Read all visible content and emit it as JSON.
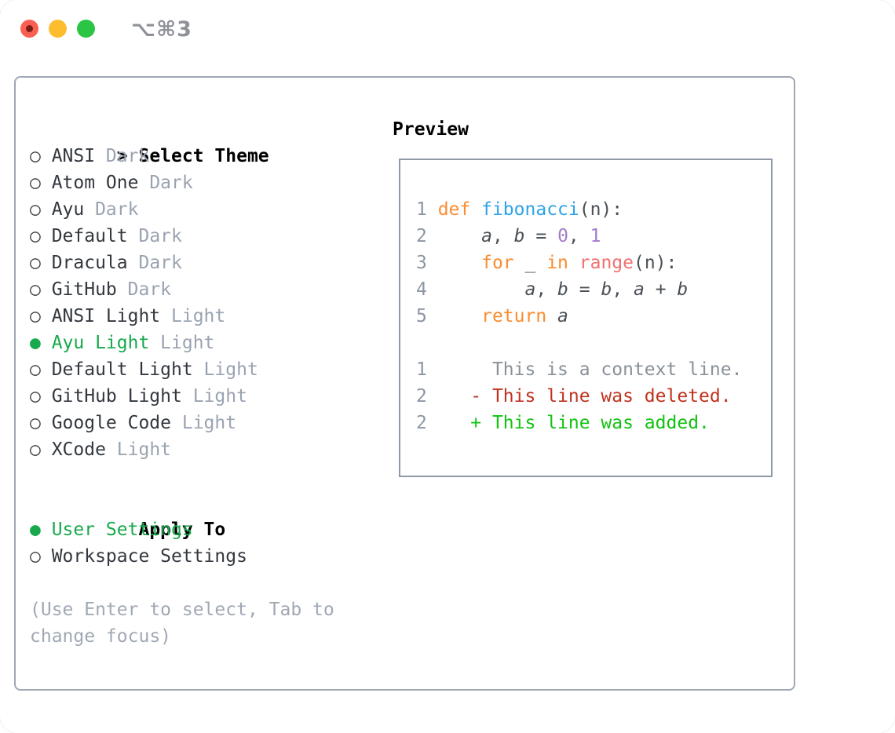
{
  "titlebar": {
    "shortcut_label": "⌥⌘3"
  },
  "theme_panel": {
    "title": "Select Theme",
    "focus_indicator": ">",
    "markers": {
      "unselected": "○",
      "selected": "●"
    },
    "items": [
      {
        "name": "ANSI",
        "variant": "Dark",
        "selected": false
      },
      {
        "name": "Atom One",
        "variant": "Dark",
        "selected": false
      },
      {
        "name": "Ayu",
        "variant": "Dark",
        "selected": false
      },
      {
        "name": "Default",
        "variant": "Dark",
        "selected": false
      },
      {
        "name": "Dracula",
        "variant": "Dark",
        "selected": false
      },
      {
        "name": "GitHub",
        "variant": "Dark",
        "selected": false
      },
      {
        "name": "ANSI Light",
        "variant": "Light",
        "selected": false
      },
      {
        "name": "Ayu Light",
        "variant": "Light",
        "selected": true
      },
      {
        "name": "Default Light",
        "variant": "Light",
        "selected": false
      },
      {
        "name": "GitHub Light",
        "variant": "Light",
        "selected": false
      },
      {
        "name": "Google Code",
        "variant": "Light",
        "selected": false
      },
      {
        "name": "XCode",
        "variant": "Light",
        "selected": false
      }
    ]
  },
  "apply_panel": {
    "title": "Apply To",
    "options": [
      {
        "label": "User Settings",
        "selected": true
      },
      {
        "label": "Workspace Settings",
        "selected": false
      }
    ]
  },
  "hint": {
    "line1": "(Use Enter to select, Tab to",
    "line2": "change focus)"
  },
  "preview": {
    "title": "Preview",
    "lines": [
      {
        "segments": [
          {
            "text": "1 ",
            "style": "linenum"
          },
          {
            "text": "def",
            "style": "keyword"
          },
          {
            "text": " ",
            "style": "plain"
          },
          {
            "text": "fibonacci",
            "style": "function"
          },
          {
            "text": "(n):",
            "style": "plain"
          }
        ]
      },
      {
        "segments": [
          {
            "text": "2 ",
            "style": "linenum"
          },
          {
            "text": "    ",
            "style": "plain"
          },
          {
            "text": "a",
            "style": "variable"
          },
          {
            "text": ", ",
            "style": "plain"
          },
          {
            "text": "b",
            "style": "variable"
          },
          {
            "text": " = ",
            "style": "plain"
          },
          {
            "text": "0",
            "style": "number"
          },
          {
            "text": ", ",
            "style": "plain"
          },
          {
            "text": "1",
            "style": "number"
          }
        ]
      },
      {
        "segments": [
          {
            "text": "3 ",
            "style": "linenum"
          },
          {
            "text": "    ",
            "style": "plain"
          },
          {
            "text": "for",
            "style": "keyword"
          },
          {
            "text": " _ ",
            "style": "plain"
          },
          {
            "text": "in",
            "style": "keyword"
          },
          {
            "text": " ",
            "style": "plain"
          },
          {
            "text": "range",
            "style": "call"
          },
          {
            "text": "(n):",
            "style": "plain"
          }
        ]
      },
      {
        "segments": [
          {
            "text": "4 ",
            "style": "linenum"
          },
          {
            "text": "        ",
            "style": "plain"
          },
          {
            "text": "a",
            "style": "variable"
          },
          {
            "text": ", ",
            "style": "plain"
          },
          {
            "text": "b",
            "style": "variable"
          },
          {
            "text": " = ",
            "style": "plain"
          },
          {
            "text": "b",
            "style": "variable"
          },
          {
            "text": ", ",
            "style": "plain"
          },
          {
            "text": "a",
            "style": "variable"
          },
          {
            "text": " + ",
            "style": "plain"
          },
          {
            "text": "b",
            "style": "variable"
          }
        ]
      },
      {
        "segments": [
          {
            "text": "5 ",
            "style": "linenum"
          },
          {
            "text": "    ",
            "style": "plain"
          },
          {
            "text": "return",
            "style": "keyword"
          },
          {
            "text": " ",
            "style": "plain"
          },
          {
            "text": "a",
            "style": "variable"
          }
        ]
      },
      {
        "segments": [
          {
            "text": "",
            "style": "plain"
          }
        ]
      },
      {
        "segments": [
          {
            "text": "1",
            "style": "linenum"
          },
          {
            "text": "      This is a context line.",
            "style": "context"
          }
        ]
      },
      {
        "segments": [
          {
            "text": "2",
            "style": "linenum"
          },
          {
            "text": "    - This line was deleted.",
            "style": "deleted"
          }
        ]
      },
      {
        "segments": [
          {
            "text": "2",
            "style": "linenum"
          },
          {
            "text": "    + This line was added.",
            "style": "added"
          }
        ]
      }
    ]
  },
  "colors": {
    "keyword": "#fb8c2e",
    "function": "#2ea3e8",
    "call": "#f07171",
    "number": "#a37acc",
    "plain": "#4a5056",
    "linenum": "#8c96a3",
    "context": "#8a9199",
    "deleted": "#c0331f",
    "added": "#12c312",
    "selection": "#17a94c",
    "item_name": "#33383f",
    "marker": "#3a3f45",
    "muted": "#9aa3b1",
    "hint": "#a0a8b4",
    "title": "#000000",
    "border": "#9fa8b4",
    "preview_border": "#8e99a8",
    "shortcut": "#8e9297",
    "light_red": "#f95f52",
    "light_red_dot": "#7a1d15",
    "light_yellow": "#fdbd2e",
    "light_green": "#2bc444"
  }
}
